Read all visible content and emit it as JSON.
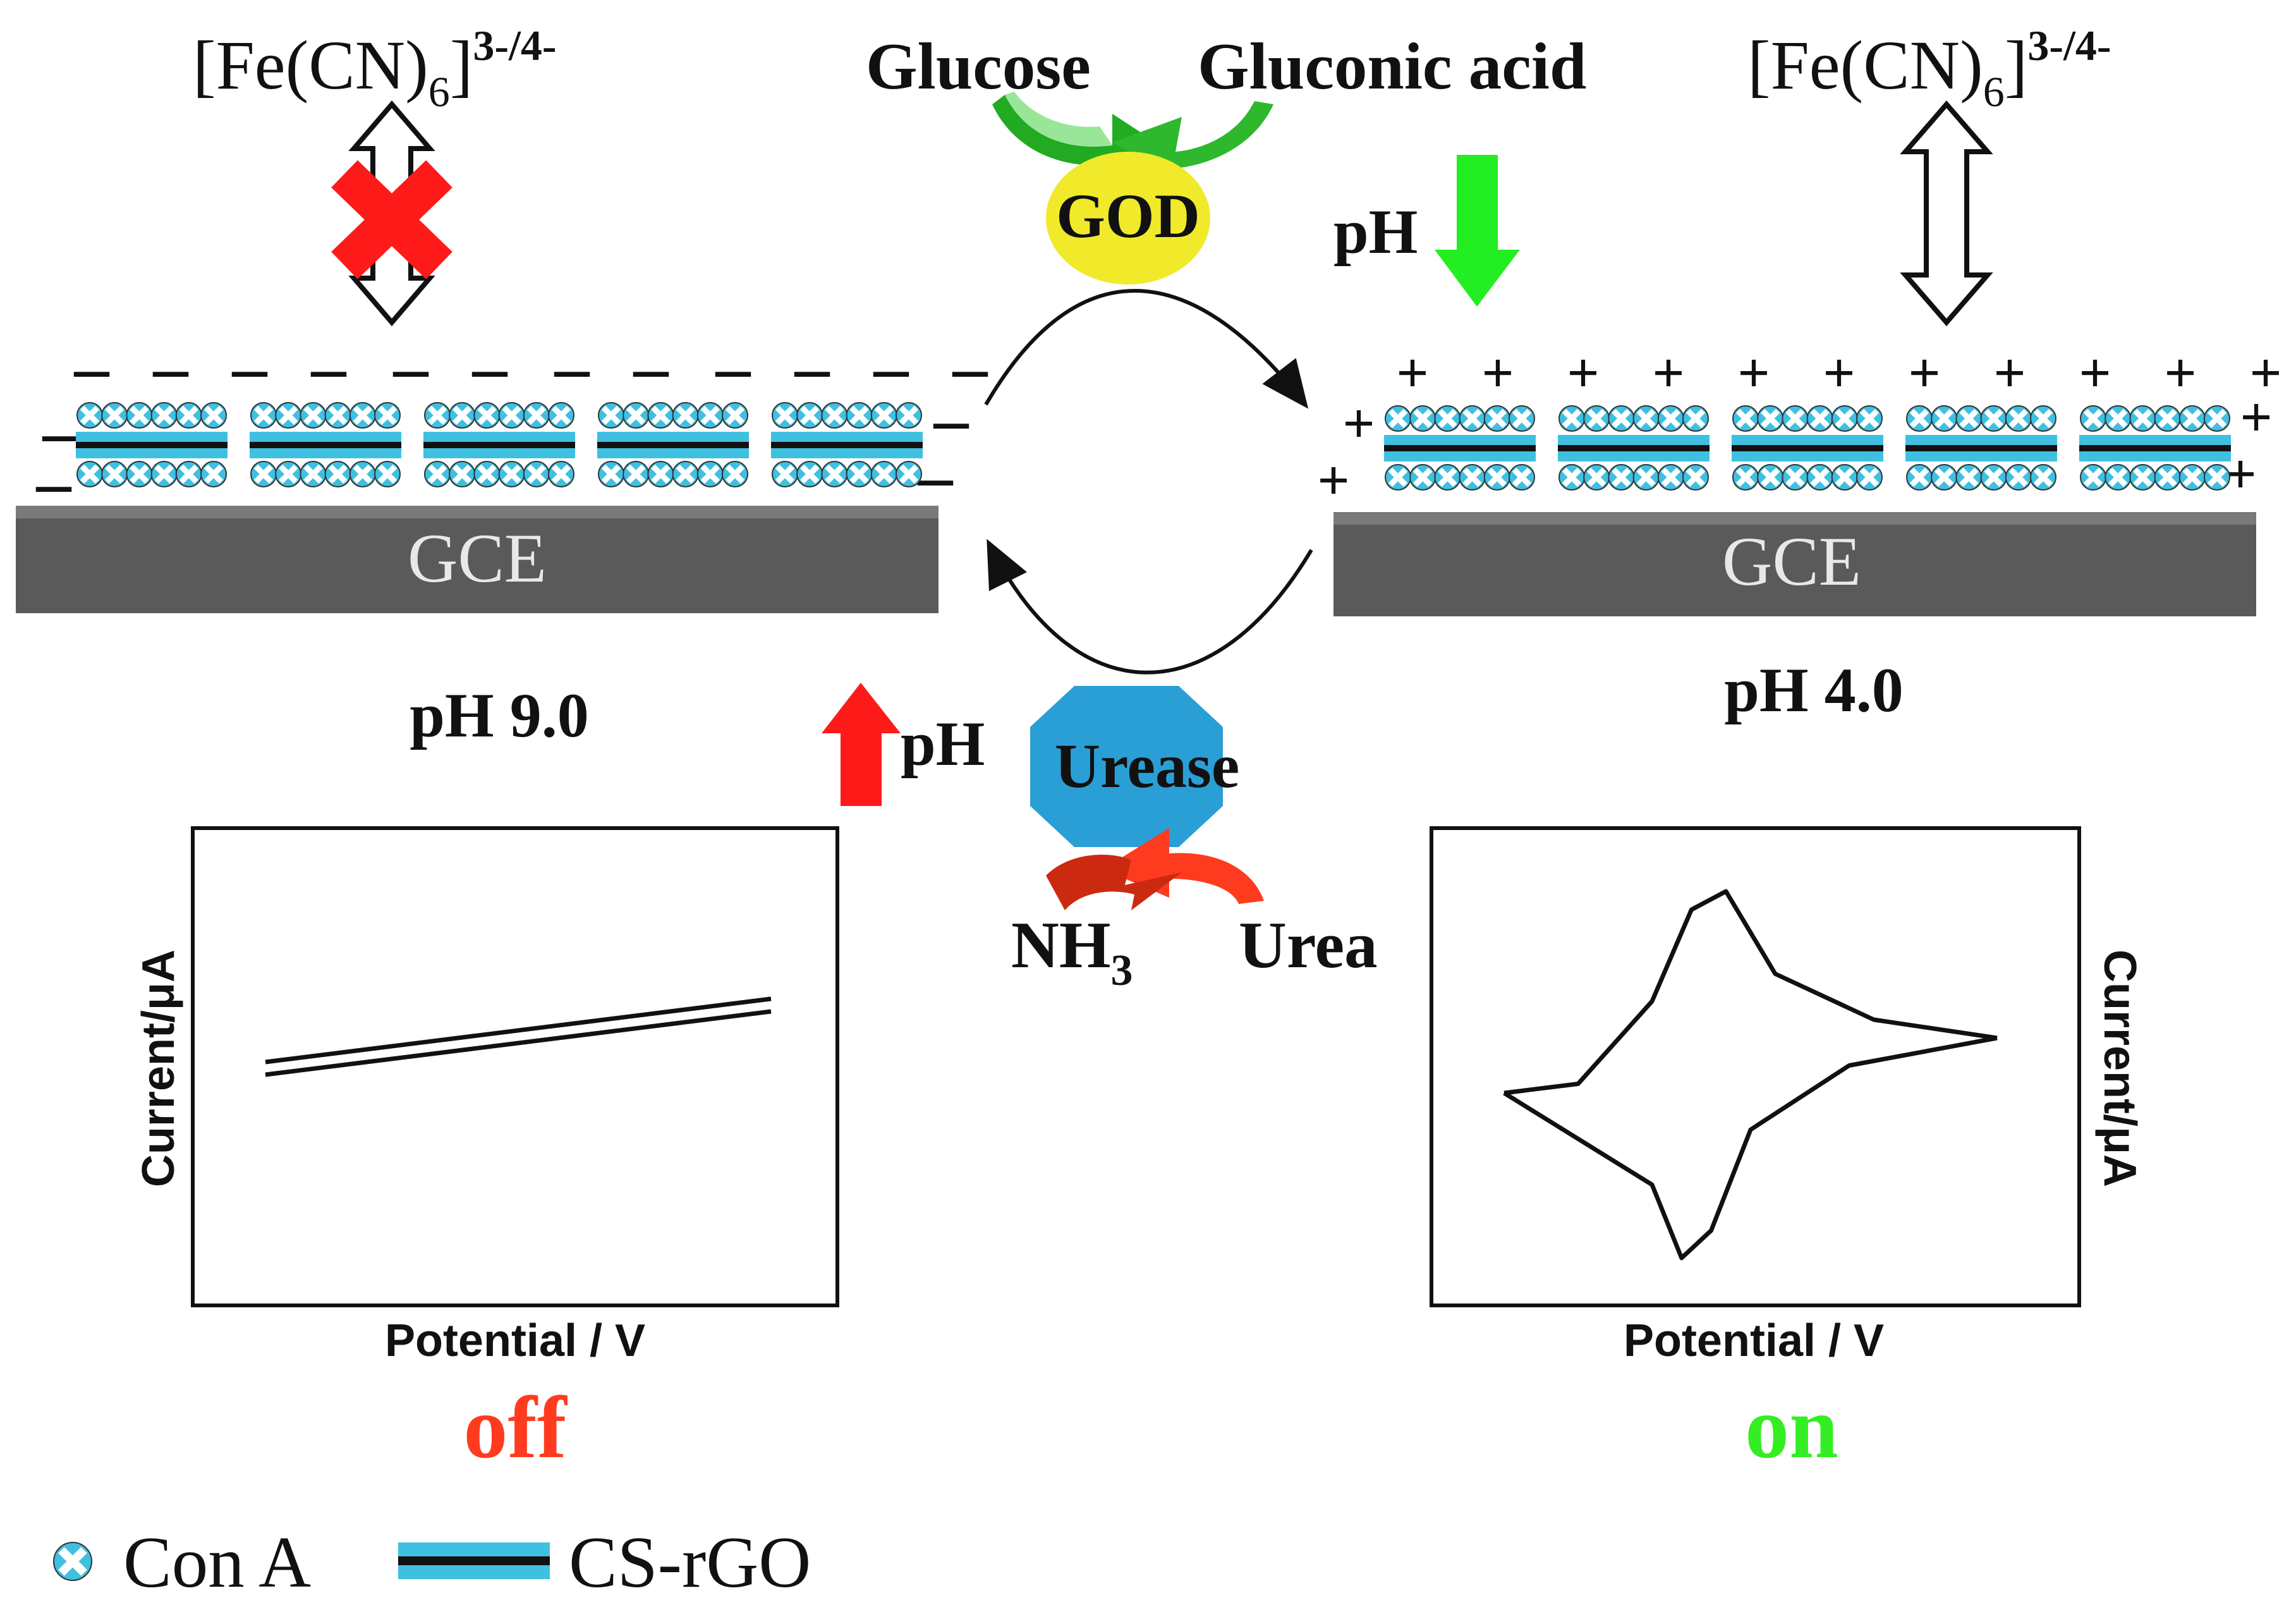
{
  "species": {
    "ferricyanide_base": "[Fe(CN)",
    "ferricyanide_sub": "6",
    "ferricyanide_close": "]",
    "ferricyanide_sup": "3-/4-"
  },
  "enzymes": {
    "god": "GOD",
    "urease": "Urease"
  },
  "reactants": {
    "glucose": "Glucose",
    "gluconic_acid": "Gluconic acid",
    "nh3_base": "NH",
    "nh3_sub": "3",
    "urea": "Urea"
  },
  "ph": {
    "label": "pH",
    "left_state": "pH 9.0",
    "right_state": "pH 4.0"
  },
  "electrode": {
    "label": "GCE"
  },
  "charges": {
    "negative": "–",
    "positive": "+"
  },
  "plots": {
    "ylabel": "Current/μA",
    "xlabel": "Potential / V",
    "off_label": "off",
    "on_label": "on"
  },
  "legend": {
    "cona": "Con A",
    "csrgo": "CS-rGO"
  },
  "colors": {
    "red": "#ff1a1a",
    "green": "#22ee22",
    "cyan": "#3fc0e0",
    "god_yellow": "#f0ea2a",
    "urease_blue": "#2a9fd6",
    "electrode_gray": "#5a5a5a",
    "off_text": "#ff3b1f",
    "on_text": "#33ee22"
  },
  "chart_data": [
    {
      "type": "line",
      "state": "off",
      "xlabel": "Potential / V",
      "ylabel": "Current/μA",
      "series": [
        {
          "x": [
            0.0,
            0.2,
            0.4,
            0.6,
            0.8,
            1.0
          ],
          "y": [
            0.02,
            0.04,
            0.06,
            0.08,
            0.1,
            0.12
          ]
        },
        {
          "x": [
            1.0,
            0.8,
            0.6,
            0.4,
            0.2,
            0.0
          ],
          "y": [
            0.14,
            0.12,
            0.1,
            0.08,
            0.06,
            0.04
          ]
        }
      ]
    },
    {
      "type": "line",
      "state": "on",
      "xlabel": "Potential / V",
      "ylabel": "Current/μA",
      "series": [
        {
          "x": [
            1.0,
            0.75,
            0.55,
            0.45,
            0.38,
            0.3,
            0.15,
            0.0
          ],
          "y": [
            0.2,
            0.3,
            0.55,
            1.0,
            0.9,
            0.4,
            -0.05,
            -0.1
          ]
        },
        {
          "x": [
            0.0,
            0.15,
            0.3,
            0.36,
            0.42,
            0.5,
            0.7,
            1.0
          ],
          "y": [
            -0.1,
            -0.35,
            -0.6,
            -1.0,
            -0.85,
            -0.3,
            0.05,
            0.2
          ]
        }
      ]
    }
  ]
}
